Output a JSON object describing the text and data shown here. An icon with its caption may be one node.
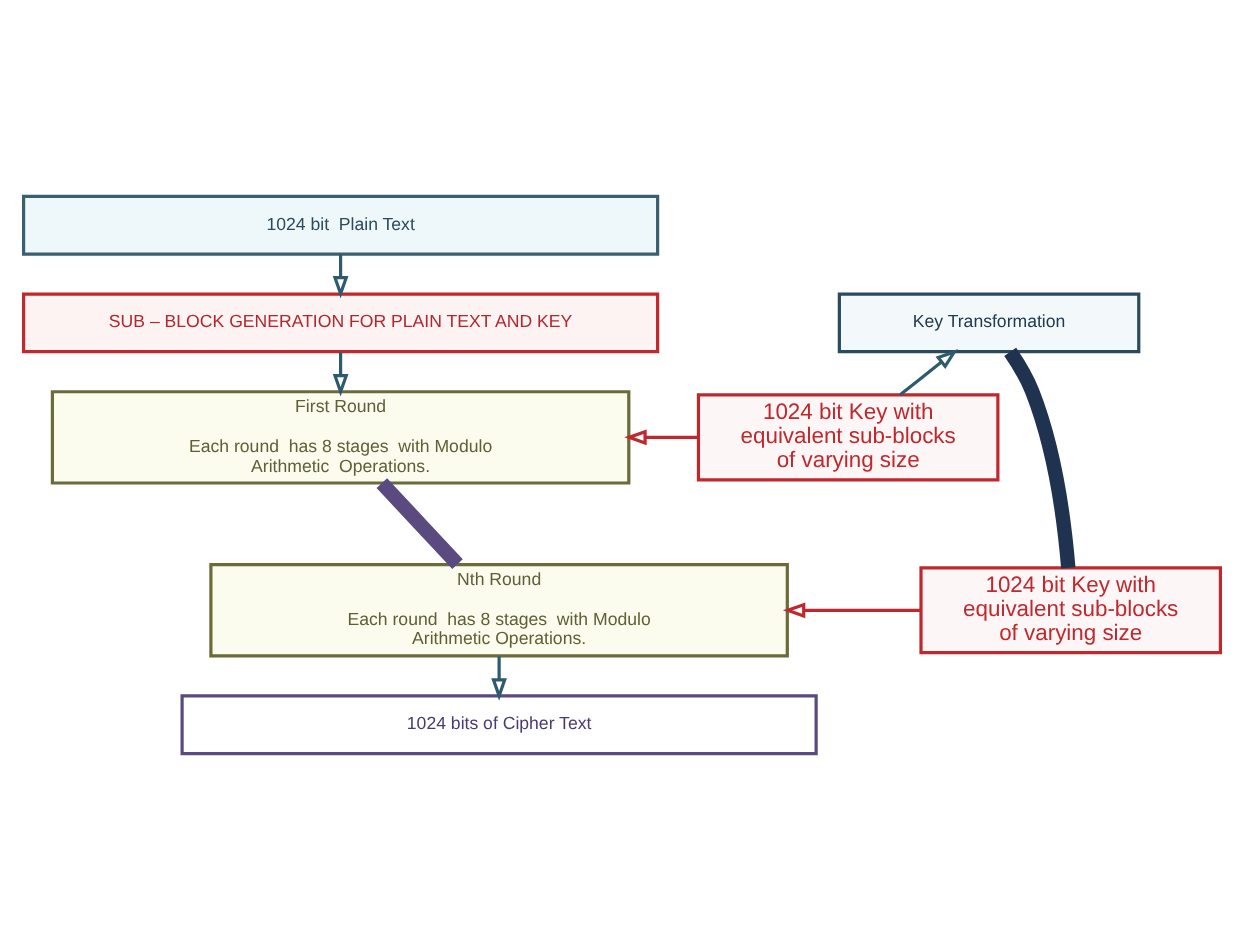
{
  "diagram": {
    "nodes": [
      {
        "text": [
          "1024 bit  Plain Text"
        ]
      },
      {
        "text": [
          "SUB – BLOCK GENERATION FOR PLAIN TEXT AND KEY"
        ]
      },
      {
        "text": [
          "First Round",
          "Each round  has 8 stages  with Modulo Arithmetic  Operations."
        ]
      },
      {
        "text": [
          "1024 bit Key with equivalent sub-blocks of varying size"
        ]
      },
      {
        "text": [
          "Key Transformation"
        ]
      },
      {
        "text": [
          "Nth Round",
          "Each round  has 8 stages  with Modulo Arithmetic Operations."
        ]
      },
      {
        "text": [
          "1024 bit Key with equivalent sub-blocks of varying size"
        ]
      },
      {
        "text": [
          "1024 bits of Cipher Text"
        ]
      }
    ],
    "edges": [
      {
        "from": 0,
        "to": 1,
        "arrow": "to"
      },
      {
        "from": 1,
        "to": 2,
        "arrow": "to"
      },
      {
        "from": 3,
        "to": 2,
        "arrow": "to",
        "color": "#c0282d"
      },
      {
        "from": 3,
        "to": 4,
        "arrow": "to"
      },
      {
        "from": 2,
        "to": 5,
        "arrow": "none",
        "style": "thick",
        "color": "#5a4a80"
      },
      {
        "from": 4,
        "to": 6,
        "arrow": "none",
        "style": "thick",
        "color": "#1f3350"
      },
      {
        "from": 6,
        "to": 5,
        "arrow": "to",
        "color": "#c0282d"
      },
      {
        "from": 5,
        "to": 7,
        "arrow": "to"
      }
    ]
  }
}
